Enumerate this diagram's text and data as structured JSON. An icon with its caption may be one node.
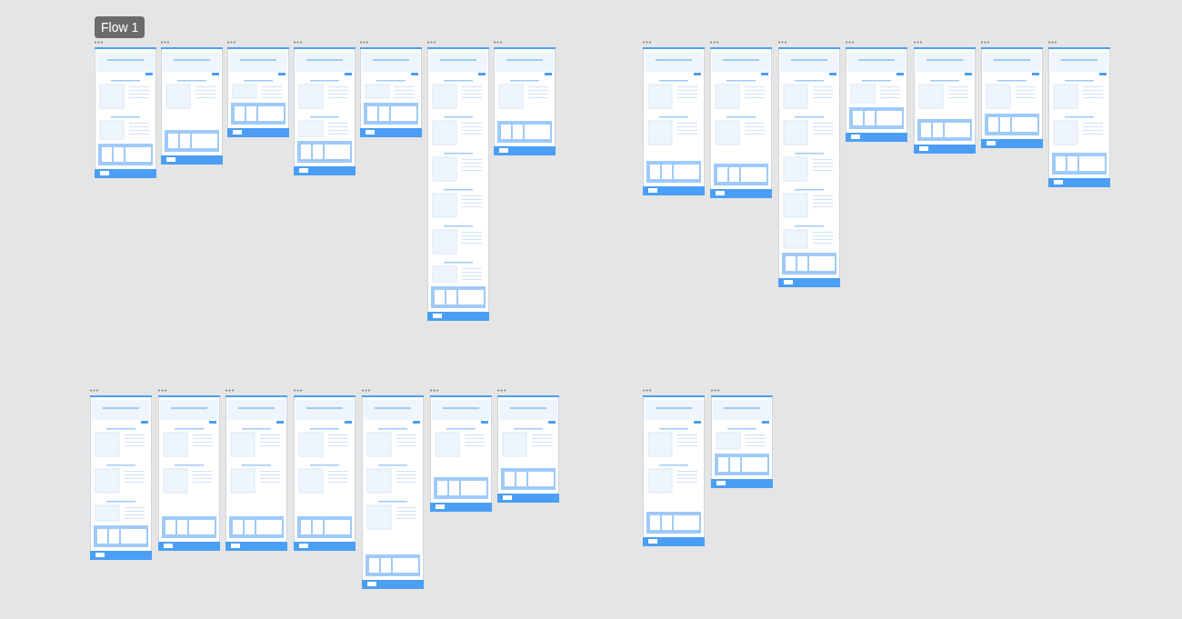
{
  "diagram": {
    "nodes": [
      {
        "text": [],
        "shape": "picture"
      },
      {
        "text": [],
        "shape": "picture"
      },
      {
        "text": [],
        "shape": "picture"
      },
      {
        "text": [],
        "shape": "picture"
      },
      {
        "text": [],
        "shape": "picture"
      },
      {
        "text": [],
        "shape": "picture"
      },
      {
        "text": [],
        "shape": "picture"
      },
      {
        "text": [],
        "shape": "picture"
      },
      {
        "text": [],
        "shape": "picture"
      },
      {
        "text": [],
        "shape": "picture"
      },
      {
        "text": [],
        "shape": "picture"
      },
      {
        "text": [],
        "shape": "picture"
      },
      {
        "text": [],
        "shape": "picture"
      },
      {
        "text": [],
        "shape": "picture"
      },
      {
        "text": [],
        "shape": "picture"
      },
      {
        "text": [],
        "shape": "picture"
      },
      {
        "text": [],
        "shape": "picture"
      },
      {
        "text": [],
        "shape": "picture"
      },
      {
        "text": [],
        "shape": "picture"
      },
      {
        "text": [],
        "shape": "picture"
      },
      {
        "text": [],
        "shape": "picture"
      },
      {
        "text": [],
        "shape": "picture"
      },
      {
        "text": [],
        "shape": "picture"
      }
    ],
    "labels": [
      "Flow 1"
    ]
  }
}
